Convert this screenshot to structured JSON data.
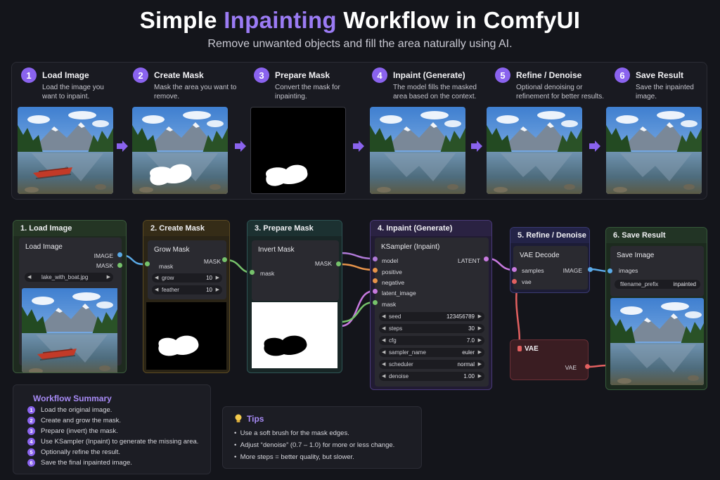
{
  "title": {
    "prefix": "Simple ",
    "accent": "Inpainting",
    "suffix": " Workflow in ComfyUI"
  },
  "subtitle": "Remove unwanted objects and fill the area naturally using AI.",
  "colors": {
    "accent": "#8a63ee",
    "load": "#1f2a1f",
    "mask": "#2c2614",
    "prepare": "#1a2a2a",
    "inpaint": "#221a36",
    "refine": "#1c1c3a",
    "vae": "#3a1c20",
    "save": "#1c2c1f"
  },
  "steps": [
    {
      "num": "1",
      "title": "Load Image",
      "desc": "Load the image you want to inpaint."
    },
    {
      "num": "2",
      "title": "Create Mask",
      "desc": "Mask the area you want to remove."
    },
    {
      "num": "3",
      "title": "Prepare Mask",
      "desc": "Convert the mask for inpainting."
    },
    {
      "num": "4",
      "title": "Inpaint (Generate)",
      "desc": "The model fills the masked area based on the context."
    },
    {
      "num": "5",
      "title": "Refine / Denoise",
      "desc": "Optional denoising or refinement for better results."
    },
    {
      "num": "6",
      "title": "Save Result",
      "desc": "Save the inpainted image."
    }
  ],
  "nodes": {
    "load": {
      "header": "1.  Load Image",
      "inner_title": "Load Image",
      "out_image": "IMAGE",
      "out_mask": "MASK",
      "filename": "lake_with_boat.jpg"
    },
    "mask": {
      "header": "2.  Create Mask",
      "inner_title": "Grow Mask",
      "in_mask": "mask",
      "out_mask": "MASK",
      "grow_label": "grow",
      "grow_value": "10",
      "feather_label": "feather",
      "feather_value": "10"
    },
    "prepare": {
      "header": "3.  Prepare Mask",
      "inner_title": "Invert Mask",
      "in_mask": "mask",
      "out_mask": "MASK"
    },
    "inpaint": {
      "header": "4. Inpaint (Generate)",
      "inner_title": "KSampler (Inpaint)",
      "out_latent": "LATENT",
      "inputs": [
        "model",
        "positive",
        "negative",
        "latent_image",
        "mask"
      ],
      "widgets": [
        {
          "label": "seed",
          "value": "123456789"
        },
        {
          "label": "steps",
          "value": "30"
        },
        {
          "label": "cfg",
          "value": "7.0"
        },
        {
          "label": "sampler_name",
          "value": "euler"
        },
        {
          "label": "scheduler",
          "value": "normal"
        },
        {
          "label": "denoise",
          "value": "1.00"
        }
      ]
    },
    "refine": {
      "header": "5.  Refine / Denoise",
      "inner_title": "VAE Decode",
      "in_samples": "samples",
      "in_vae": "vae",
      "out_image": "IMAGE"
    },
    "vae": {
      "header": "VAE",
      "out_vae": "VAE"
    },
    "save": {
      "header": "6.  Save Result",
      "inner_title": "Save Image",
      "in_images": "images",
      "prefix_label": "filename_prefix",
      "prefix_value": "inpainted"
    }
  },
  "summary": {
    "title": "Workflow Summary",
    "items": [
      {
        "num": "1",
        "text": "Load the original image."
      },
      {
        "num": "2",
        "text": "Create and grow the mask."
      },
      {
        "num": "3",
        "text": "Prepare (invert) the mask."
      },
      {
        "num": "4",
        "text": "Use KSampler (Inpaint) to generate the missing area."
      },
      {
        "num": "5",
        "text": "Optionally refine the result."
      },
      {
        "num": "6",
        "text": "Save the final inpainted image."
      }
    ]
  },
  "tips": {
    "title": "Tips",
    "icon": "lightbulb-icon",
    "items": [
      "Use a soft brush for the mask edges.",
      "Adjust “denoise” (0.7 – 1.0) for more or less change.",
      "More steps = better quality, but slower."
    ]
  }
}
